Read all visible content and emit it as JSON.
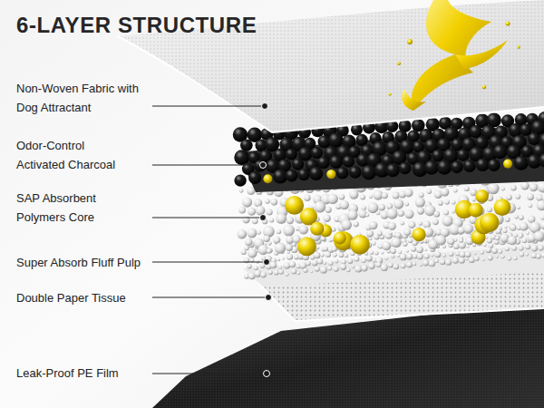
{
  "diagram": {
    "title": "6-LAYER STRUCTURE",
    "labels": [
      "Non-Woven Fabric with Dog Attractant",
      "Odor-Control Activated Charcoal",
      "SAP Absorbent Polymers Core",
      "Super Absorb Fluff Pulp",
      "Double Paper Tissue",
      "Leak-Proof PE Film"
    ]
  }
}
